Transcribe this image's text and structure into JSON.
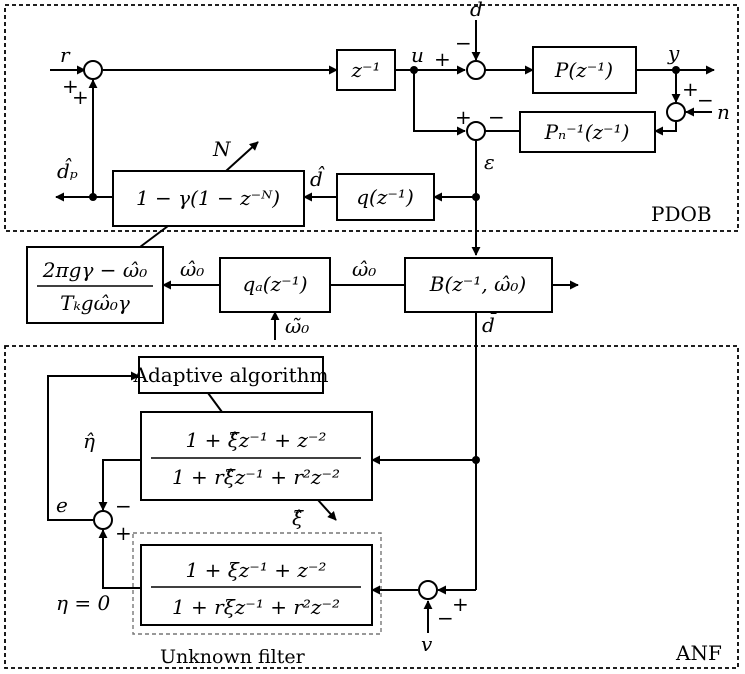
{
  "regions": {
    "pdob": "PDOB",
    "anf": "ANF",
    "unknown_filter": "Unknown filter"
  },
  "blocks": {
    "delay": "z⁻¹",
    "plant": "P(z⁻¹)",
    "inverse_nominal": "Pₙ⁻¹(z⁻¹)",
    "q_filter": "q(z⁻¹)",
    "periodic": "1 − γ(1 − z⁻ᴺ)",
    "bandpass": "B(z⁻¹, ω̂₀)",
    "qa_filter": "qₐ(z⁻¹)",
    "gamma_formula_num": "2πgγ − ω̂₀",
    "gamma_formula_den": "Tₖgω̂₀γ",
    "adaptive": "Adaptive algorithm",
    "adaptive_filter_num": "1 + ξ̂z⁻¹ + z⁻²",
    "adaptive_filter_den": "1 + rξ̂z⁻¹ + r²z⁻²",
    "unknown_filter_num": "1 + ξz⁻¹ + z⁻²",
    "unknown_filter_den": "1 + rξz⁻¹ + r²z⁻²"
  },
  "signals": {
    "r": "r",
    "u": "u",
    "d": "d",
    "y": "y",
    "n": "n",
    "eps": "ε",
    "d_hat_p": "d̂ₚ",
    "d_hat": "d̂",
    "N": "N",
    "omega_hat_left": "ω̂₀",
    "omega_hat_right": "ω̂₀",
    "omega_tilde": "ω̃₀",
    "d_bar": "d̄",
    "eta_hat": "η̂",
    "xi_hat": "ξ̂",
    "e": "e",
    "eta_zero": "η = 0",
    "v": "v"
  },
  "signs": {
    "sum1_left": "+",
    "sum1_bottom": "+",
    "sum_d_left": "+",
    "sum_d_top": "−",
    "sum_n_top": "+",
    "sum_n_right": "−",
    "sum_eps_left": "+",
    "sum_eps_right": "−",
    "sum_e_top": "−",
    "sum_e_bottom": "+",
    "sum_v_right": "+",
    "sum_v_bottom": "−"
  }
}
